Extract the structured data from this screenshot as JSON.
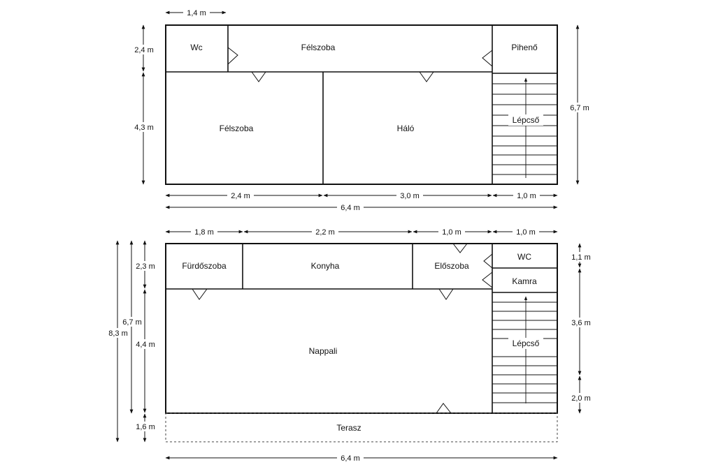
{
  "upper_floor": {
    "rooms": {
      "wc": "Wc",
      "felszoba_top": "Félszoba",
      "piheno": "Pihenő",
      "felszoba_left": "Félszoba",
      "halo": "Háló",
      "lepcso": "Lépcső"
    },
    "dimensions": {
      "top": "1,4 m",
      "left_upper": "2,4 m",
      "left_lower": "4,3 m",
      "right": "6,7 m",
      "bottom_1": "2,4 m",
      "bottom_2": "3,0 m",
      "bottom_3": "1,0 m",
      "total": "6,4 m"
    }
  },
  "ground_floor": {
    "rooms": {
      "furdoszoba": "Fürdőszoba",
      "konyha": "Konyha",
      "eloszoba": "Előszoba",
      "wc": "WC",
      "kamra": "Kamra",
      "nappali": "Nappali",
      "lepcso": "Lépcső",
      "terasz": "Terasz"
    },
    "dimensions": {
      "top_1": "1,8 m",
      "top_2": "2,2 m",
      "top_3": "1,0 m",
      "top_4": "1,0 m",
      "left_outer": "8,3 m",
      "left_mid": "6,7 m",
      "left_1": "2,3 m",
      "left_2": "4,4 m",
      "left_3": "1,6 m",
      "right_1": "1,1 m",
      "right_2": "3,6 m",
      "right_3": "2,0 m",
      "total": "6,4 m"
    }
  }
}
